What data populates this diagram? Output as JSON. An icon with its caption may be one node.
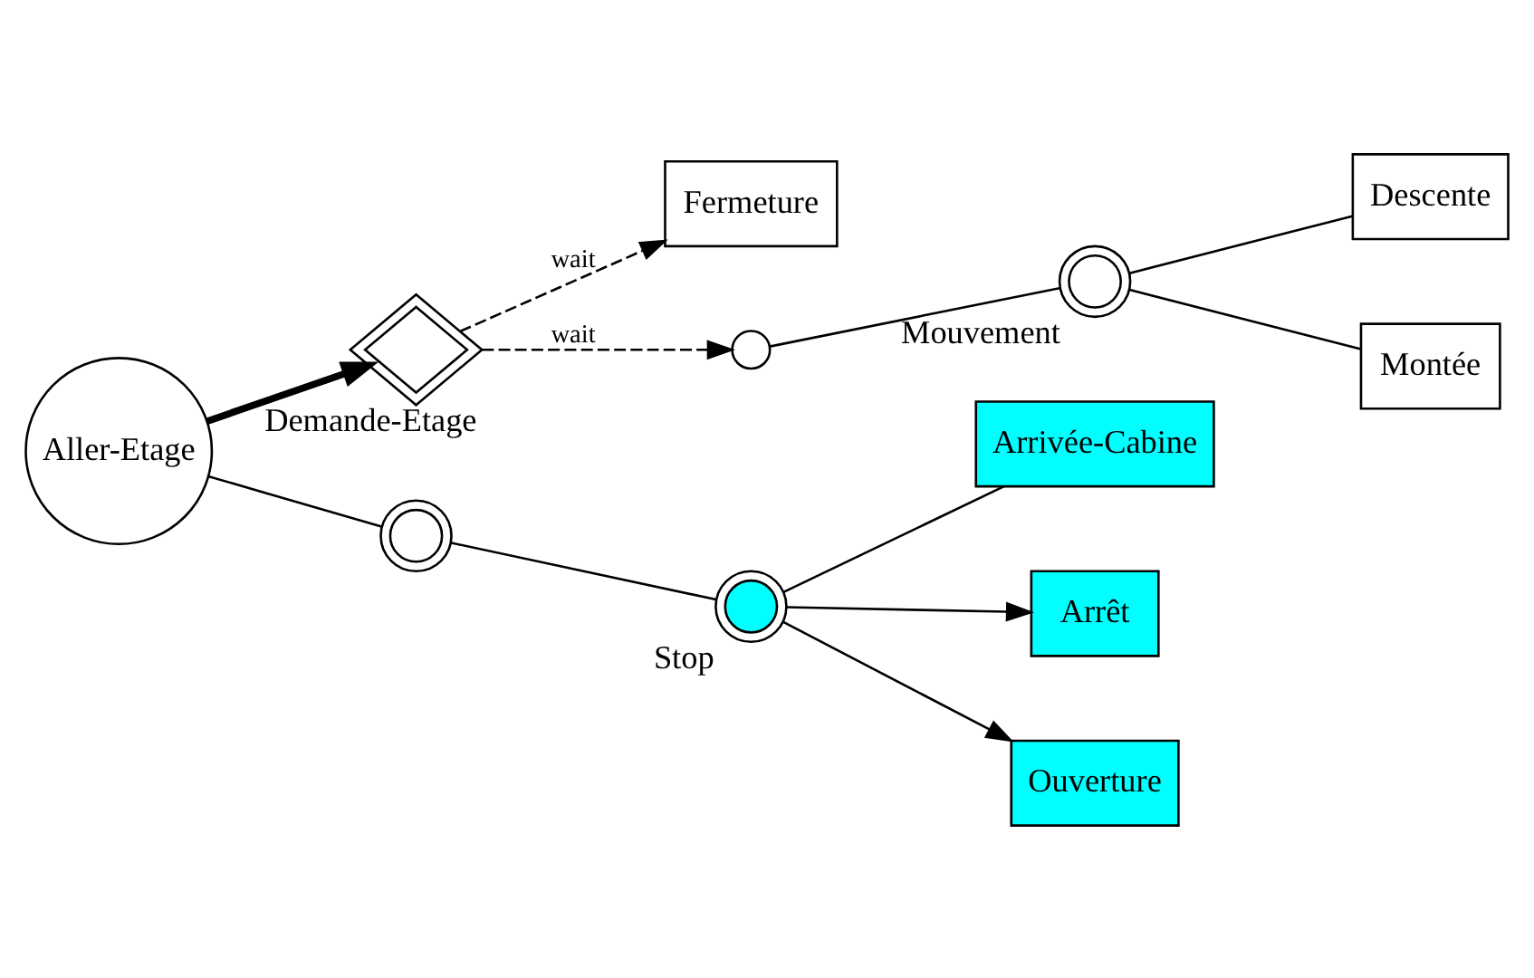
{
  "diagram": {
    "nodes": [
      {
        "text": [
          "Aller-Etage"
        ]
      },
      {
        "text": [
          "Demande-Etage"
        ]
      },
      {
        "text": [
          "Fermeture"
        ]
      },
      {
        "text": [],
        "shape": "circle"
      },
      {
        "text": [
          "Mouvement"
        ]
      },
      {
        "text": [
          "Descente"
        ]
      },
      {
        "text": [
          "Montée"
        ]
      },
      {
        "text": [],
        "shape": "circle"
      },
      {
        "text": [
          "Stop"
        ]
      },
      {
        "text": [
          "Arrivée-Cabine"
        ]
      },
      {
        "text": [
          "Arrêt"
        ]
      },
      {
        "text": [
          "Ouverture"
        ]
      }
    ],
    "edges": [
      {
        "from": 0,
        "to": 1,
        "arrow": "to",
        "style": "thick"
      },
      {
        "from": 1,
        "to": 2,
        "arrow": "to",
        "style": "dashed",
        "label": "wait"
      },
      {
        "from": 1,
        "to": 3,
        "arrow": "to",
        "style": "dashed",
        "label": "wait"
      },
      {
        "from": 3,
        "to": 4,
        "arrow": "none"
      },
      {
        "from": 4,
        "to": 5,
        "arrow": "none"
      },
      {
        "from": 4,
        "to": 6,
        "arrow": "none"
      },
      {
        "from": 0,
        "to": 7,
        "arrow": "none"
      },
      {
        "from": 7,
        "to": 8,
        "arrow": "none"
      },
      {
        "from": 8,
        "to": 9,
        "arrow": "none"
      },
      {
        "from": 8,
        "to": 10,
        "arrow": "to"
      },
      {
        "from": 8,
        "to": 11,
        "arrow": "to"
      }
    ]
  }
}
